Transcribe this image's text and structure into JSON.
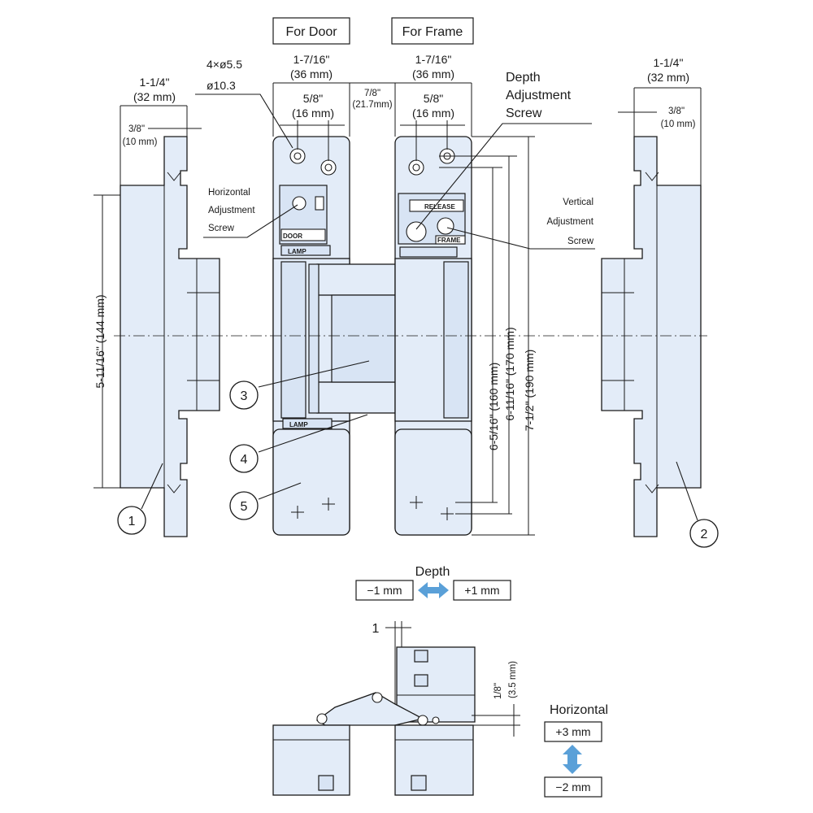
{
  "headers": {
    "door": "For Door",
    "frame": "For Frame"
  },
  "dims": {
    "left_plate_width": "1-1/4\"",
    "left_plate_width_mm": "(32 mm)",
    "left_offset": "3/8\"",
    "left_offset_mm": "(10 mm)",
    "holes": "4×ø5.5",
    "hole_head": "ø10.3",
    "door_width": "1-7/16\"",
    "door_width_mm": "(36 mm)",
    "door_hole_spacing": "5/8\"",
    "door_hole_spacing_mm": "(16 mm)",
    "gap": "7/8\"",
    "gap_mm": "(21.7mm)",
    "frame_width": "1-7/16\"",
    "frame_width_mm": "(36 mm)",
    "frame_hole_spacing": "5/8\"",
    "frame_hole_spacing_mm": "(16 mm)",
    "right_plate_width": "1-1/4\"",
    "right_plate_width_mm": "(32 mm)",
    "right_offset": "3/8\"",
    "right_offset_mm": "(10 mm)",
    "left_height": "5-11/16\"  (144 mm)",
    "h160": "6-5/16\"  (160 mm)",
    "h170": "6-11/16\"  (170 mm)",
    "h190": "7-1/2\"  (190 mm)",
    "one": "1",
    "side_offset": "1/8\"",
    "side_offset_mm": "(3.5 mm)"
  },
  "callouts": {
    "depth_screw": [
      "Depth",
      "Adjustment",
      "Screw"
    ],
    "horizontal_screw": [
      "Horizontal",
      "Adjustment",
      "Screw"
    ],
    "vertical_screw": [
      "Vertical",
      "Adjustment",
      "Screw"
    ]
  },
  "part_labels": {
    "door_marking": "DOOR",
    "release_marking": "RELEASE",
    "lamp_marking": "LAMP",
    "frame_marking": "FRAME"
  },
  "numbers": [
    "1",
    "2",
    "3",
    "4",
    "5"
  ],
  "adjustment": {
    "depth_title": "Depth",
    "depth_minus": "−1 mm",
    "depth_plus": "+1 mm",
    "horizontal_title": "Horizontal",
    "horizontal_plus": "+3 mm",
    "horizontal_minus": "−2 mm"
  },
  "colors": {
    "part_fill": "#e3ecf8",
    "arrow": "#5aa0d8"
  }
}
